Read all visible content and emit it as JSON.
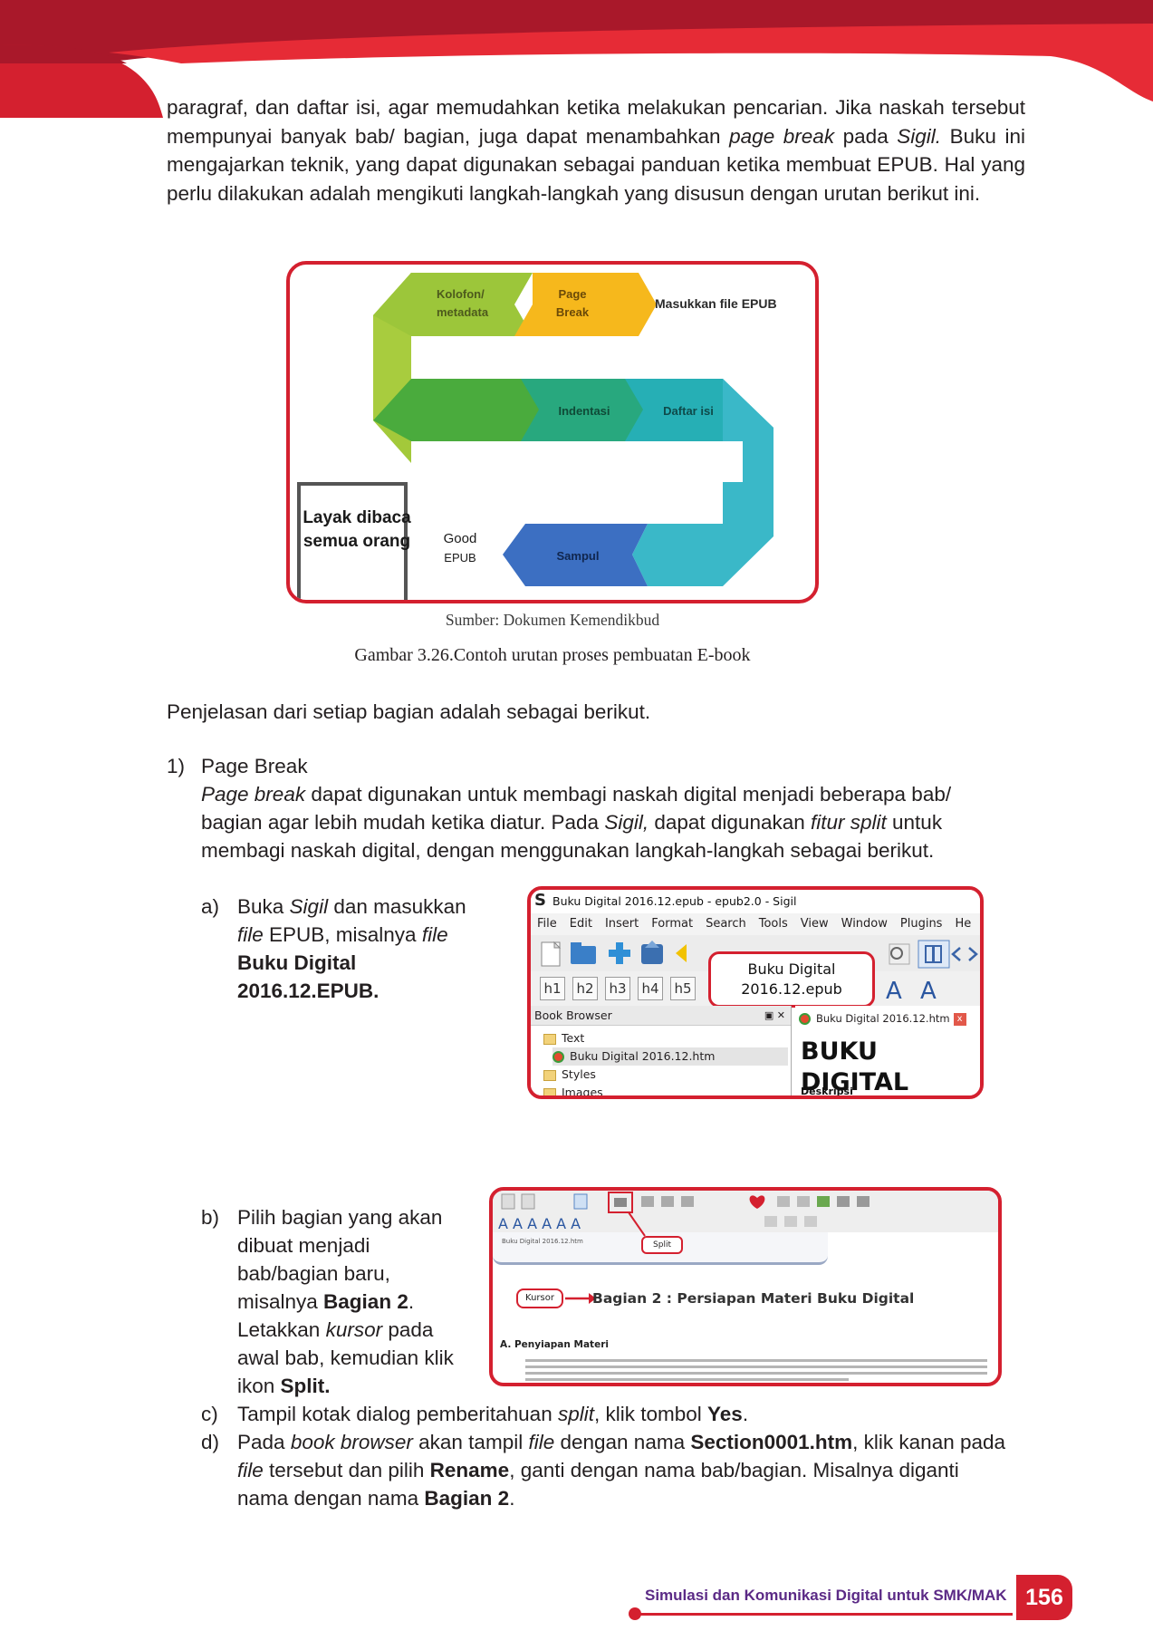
{
  "colors": {
    "accent": "#d4202f",
    "accent_dark": "#a9182a",
    "footer_text": "#5b2a86"
  },
  "intro_paragraph": {
    "t1": "paragraf, dan daftar isi, agar memudahkan ketika melakukan pencarian. Jika naskah tersebut mempunyai banyak bab/ bagian, juga dapat menambahkan ",
    "t2": "page break",
    "t3": " pada ",
    "t4": "Sigil.",
    "t5": " Buku ini mengajarkan teknik, yang dapat digunakan sebagai panduan ketika membuat EPUB. Hal yang perlu dilakukan adalah mengikuti langkah-langkah yang disusun dengan urutan berikut ini."
  },
  "flow_figure": {
    "kolofon": [
      "Kolofon/",
      "metadata"
    ],
    "page_break": [
      "Page",
      "Break"
    ],
    "masukkan": "Masukkan file EPUB",
    "indentasi": "Indentasi",
    "daftar_isi": "Daftar isi",
    "layak": [
      "Layak dibaca",
      "semua orang"
    ],
    "good_epub": [
      "Good",
      "EPUB"
    ],
    "sampul": "Sampul"
  },
  "captions": {
    "source": "Sumber: Dokumen Kemendikbud",
    "figure": "Gambar 3.26.Contoh urutan proses pembuatan E-book"
  },
  "explanation_intro": "Penjelasan dari setiap bagian adalah sebagai berikut.",
  "section1": {
    "number": "1)",
    "title": "Page Break",
    "line1": {
      "a": "Page break",
      "b": " dapat digunakan untuk membagi naskah digital menjadi beberapa bab/"
    },
    "line2": {
      "a": "bagian agar lebih mudah ketika diatur. Pada ",
      "b": "Sigil,",
      "c": " dapat digunakan ",
      "d": "fitur split",
      "e": " untuk"
    },
    "line3": "membagi naskah digital, dengan menggunakan langkah-langkah sebagai berikut."
  },
  "step_a": {
    "letter": "a)",
    "l1": {
      "a": "Buka ",
      "b": "Sigil",
      "c": " dan masukkan"
    },
    "l2": {
      "a": "file",
      "b": " EPUB, misalnya ",
      "c": "file"
    },
    "l3": "Buku Digital",
    "l4": "2016.12.EPUB."
  },
  "shot1": {
    "title": "Buku Digital 2016.12.epub - epub2.0 - Sigil",
    "logo": "S",
    "menu": [
      "File",
      "Edit",
      "Insert",
      "Format",
      "Search",
      "Tools",
      "View",
      "Window",
      "Plugins",
      "He"
    ],
    "headings": [
      "h1",
      "h2",
      "h3",
      "h4",
      "h5"
    ],
    "callout": [
      "Buku Digital",
      "2016.12.epub"
    ],
    "book_browser": "Book Browser",
    "bb_controls": "▣ ✕",
    "tree": [
      "Text",
      "Buku Digital 2016.12.htm",
      "Styles",
      "Images"
    ],
    "tab": "Buku Digital 2016.12.htm",
    "close": "x",
    "big_title": "BUKU DIGITAL",
    "deskripsi": "Deskripsi",
    "font_glyphs": [
      "A",
      "A",
      "A"
    ]
  },
  "step_b": {
    "letter": "b)",
    "l1": "Pilih bagian yang akan",
    "l2": "dibuat menjadi",
    "l3": "bab/bagian baru,",
    "l4": {
      "a": "misalnya ",
      "b": "Bagian 2",
      "c": "."
    },
    "l5": {
      "a": "Letakkan ",
      "b": "kursor",
      "c": " pada"
    },
    "l6": "awal bab, kemudian klik",
    "l7": {
      "a": "ikon ",
      "b": "Split."
    }
  },
  "shot2": {
    "split_label": "Split",
    "tab_text": "Buku Digital 2016.12.htm",
    "kursor_label": "Kursor",
    "heading": "Bagian 2 : Persiapan Materi Buku Digital",
    "subheading": "A. Penyiapan Materi"
  },
  "step_c": {
    "letter": "c)",
    "a": "Tampil kotak dialog pemberitahuan ",
    "b": "split",
    "c": ", klik tombol ",
    "d": "Yes",
    "e": "."
  },
  "step_d": {
    "letter": "d)",
    "l1": {
      "a": "Pada ",
      "b": "book browser",
      "c": " akan tampil ",
      "d": "file",
      "e": " dengan nama ",
      "f": "Section0001.htm",
      "g": ", klik kanan pada"
    },
    "l2": {
      "a": "file",
      "b": " tersebut dan pilih ",
      "c": "Rename",
      "d": ", ganti dengan nama bab/bagian. Misalnya diganti"
    },
    "l3": {
      "a": "nama dengan nama ",
      "b": "Bagian 2",
      "c": "."
    }
  },
  "footer": {
    "title": "Simulasi dan Komunikasi Digital untuk SMK/MAK",
    "page_number": "156"
  }
}
